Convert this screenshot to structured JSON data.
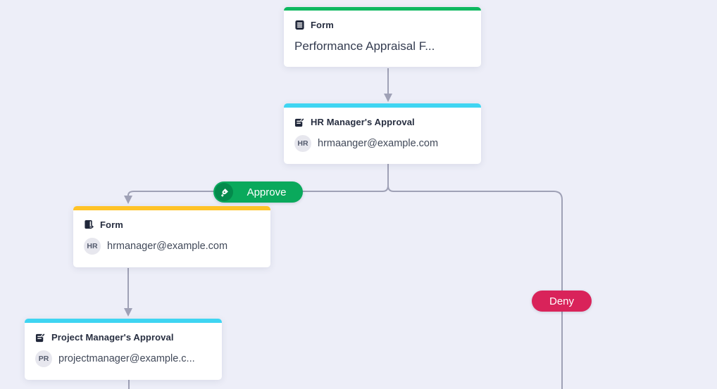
{
  "canvas": {
    "background": "#edeef8",
    "connector_color": "#9fa1b6"
  },
  "nodes": [
    {
      "type_label": "Form",
      "title": "Performance Appraisal F...",
      "accent": "#0db860"
    },
    {
      "title": "HR Manager's Approval",
      "email": "hrmaanger@example.com",
      "avatar_initials": "HR",
      "accent": "#3fd5f2"
    },
    {
      "type_label": "Form",
      "email": "hrmanager@example.com",
      "avatar_initials": "HR",
      "accent": "#ffc327"
    },
    {
      "title": "Project Manager's Approval",
      "email": "projectmanager@example.c...",
      "avatar_initials": "PR",
      "accent": "#3fd5f2"
    }
  ],
  "branches": {
    "approve_label": "Approve",
    "approve_color": "#0aa95c",
    "approve_icon_circle_color": "#048a4c",
    "deny_label": "Deny",
    "deny_color": "#d9235a"
  }
}
